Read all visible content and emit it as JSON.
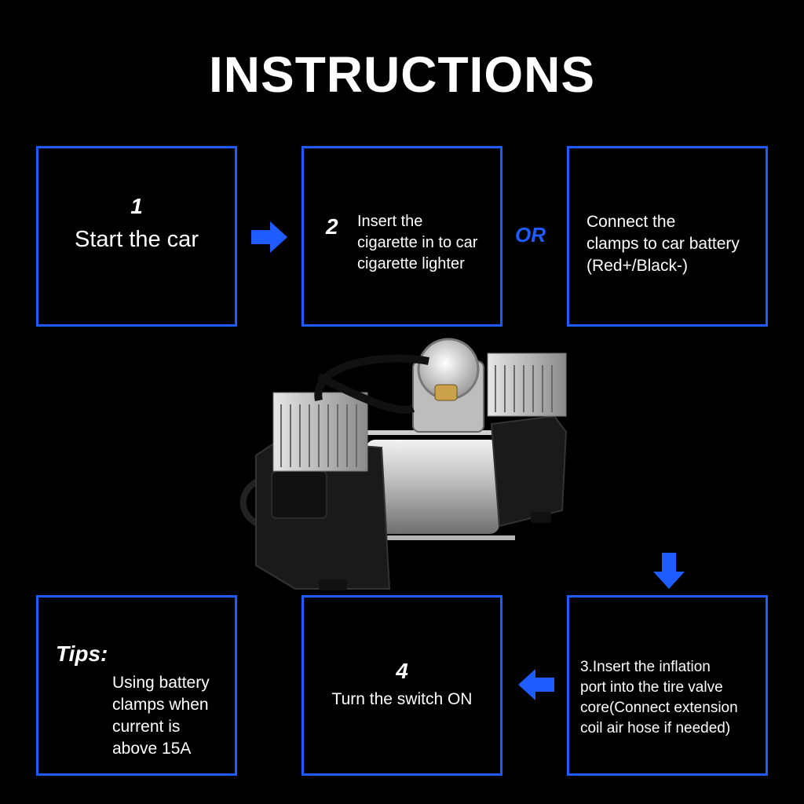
{
  "title": "INSTRUCTIONS",
  "accent_color": "#1f5cff",
  "or_label": "OR",
  "steps": {
    "s1": {
      "num": "1",
      "text": "Start the car"
    },
    "s2": {
      "num": "2",
      "lines": [
        "Insert the",
        "cigarette in to car",
        "cigarette lighter"
      ]
    },
    "alt": {
      "lines": [
        "Connect the",
        "clamps to car battery",
        "(Red+/Black-)"
      ]
    },
    "s3": {
      "lines": [
        "3.Insert the inflation",
        "port into the tire valve",
        "core(Connect extension",
        "coil air hose if needed)"
      ]
    },
    "s4": {
      "num": "4",
      "text": "Turn the switch ON"
    },
    "tips": {
      "label": "Tips:",
      "lines": [
        "Using battery",
        "clamps when",
        "current is",
        "above 15A"
      ]
    }
  },
  "icons": {
    "arrow_right": "arrow-right-icon",
    "arrow_down": "arrow-down-icon",
    "arrow_left": "arrow-left-icon"
  }
}
